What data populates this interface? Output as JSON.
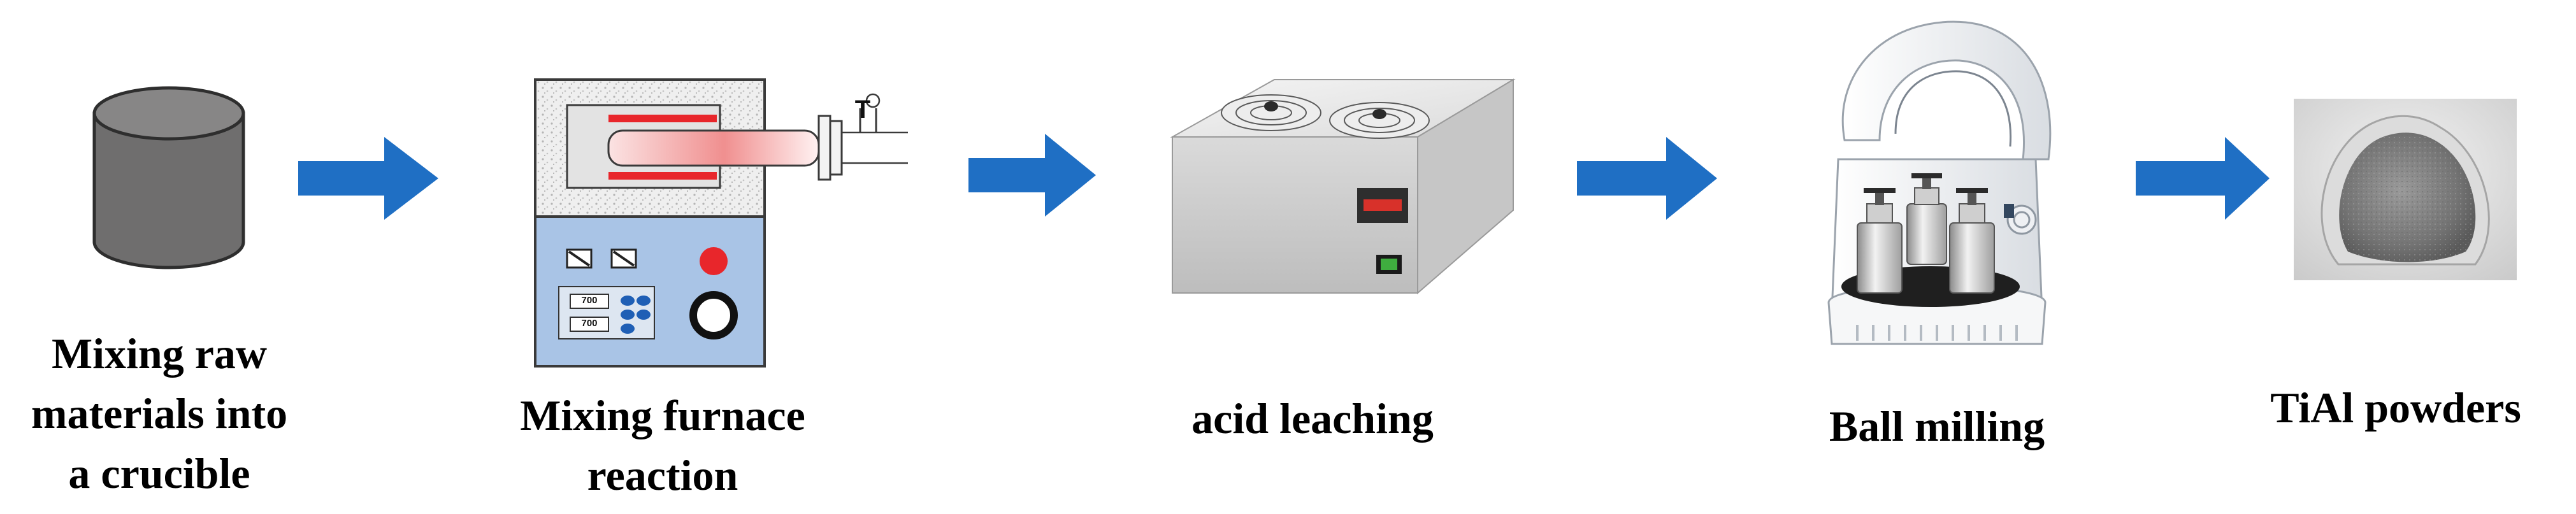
{
  "diagram": {
    "steps": [
      {
        "id": "crucible",
        "lines": [
          "Mixing raw",
          "materials into",
          "a crucible"
        ]
      },
      {
        "id": "furnace",
        "lines": [
          "Mixing furnace",
          "reaction"
        ]
      },
      {
        "id": "leaching",
        "lines": [
          "acid leaching"
        ]
      },
      {
        "id": "milling",
        "lines": [
          "Ball milling"
        ]
      },
      {
        "id": "powders",
        "lines": [
          "TiAl powders"
        ]
      }
    ],
    "furnace_panel": {
      "readout_top": "700",
      "readout_bottom": "700",
      "gauge_letter": "T"
    }
  },
  "colors": {
    "arrow": "#1F6FC4",
    "crucible": "#6F6E6E",
    "furnace_panel": "#A9C4E6",
    "heater": "#E8262B",
    "display": "#D8312A"
  }
}
